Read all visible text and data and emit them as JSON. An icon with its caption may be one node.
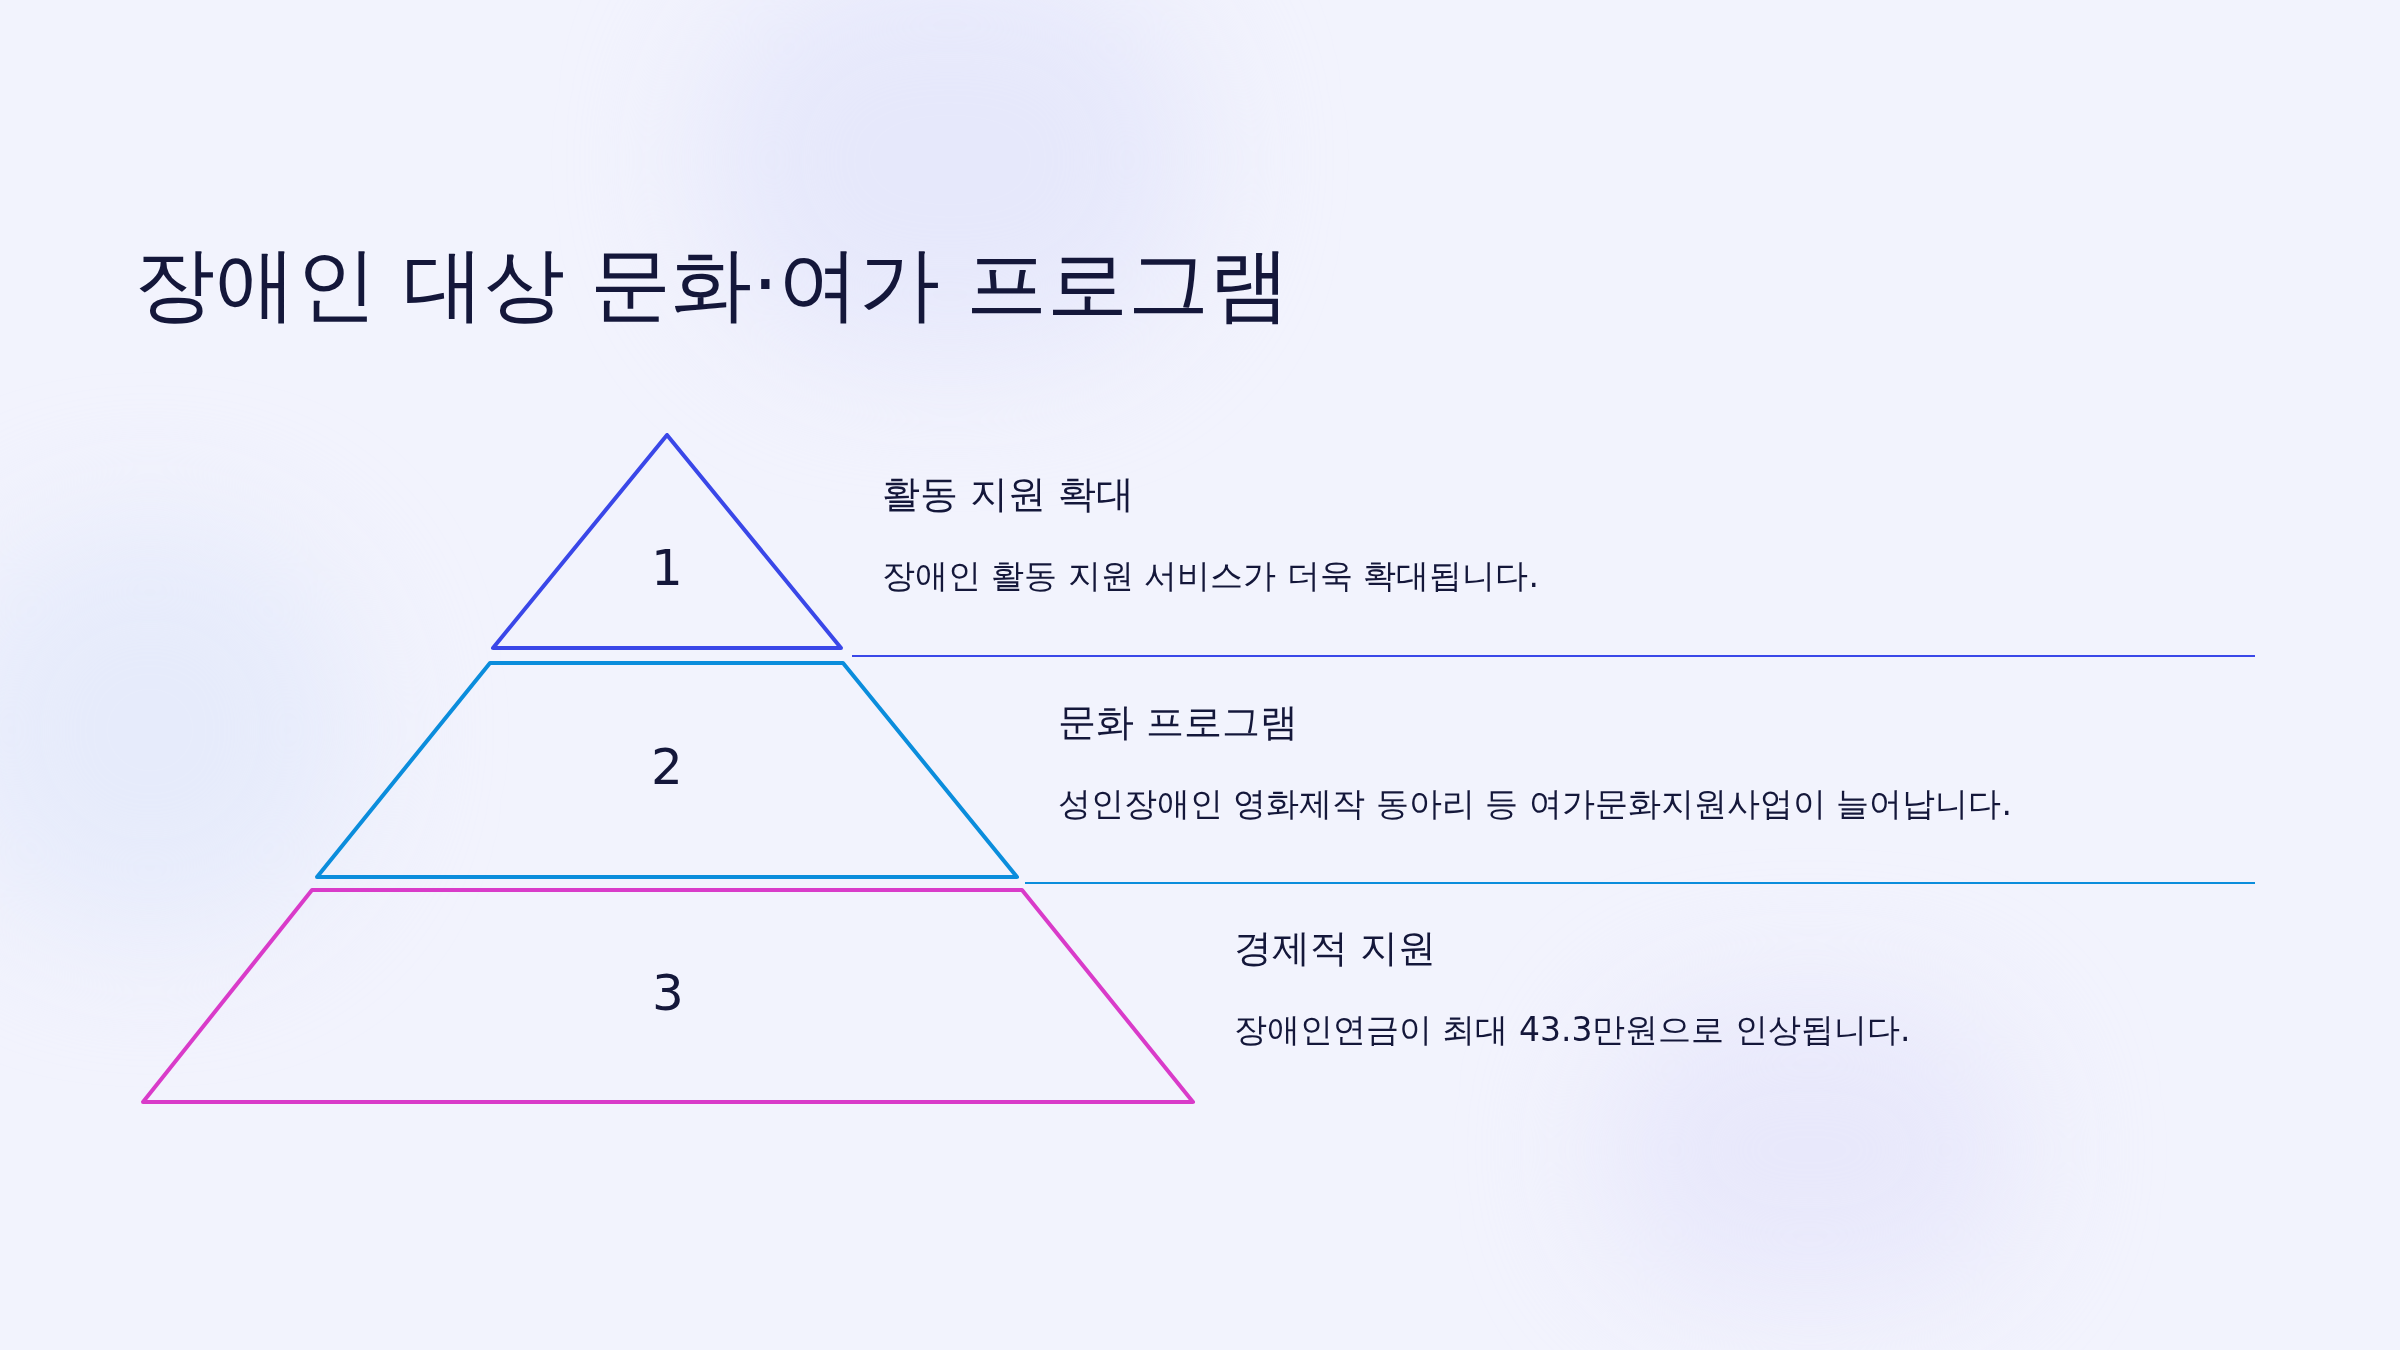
{
  "diagram": {
    "title": "장애인 대상 문화·여가 프로그램",
    "nodes": [
      {
        "text": [
          "1"
        ],
        "beside": [
          "활동 지원 확대",
          "장애인 활동 지원 서비스가 더욱 확대됩니다."
        ]
      },
      {
        "text": [
          "2"
        ],
        "beside": [
          "문화 프로그램",
          "성인장애인 영화제작 동아리 등 여가문화지원사업이 늘어납니다."
        ]
      },
      {
        "text": [
          "3"
        ],
        "beside": [
          "경제적 지원",
          "장애인연금이 최대 43.3만원으로 인상됩니다."
        ]
      }
    ]
  }
}
